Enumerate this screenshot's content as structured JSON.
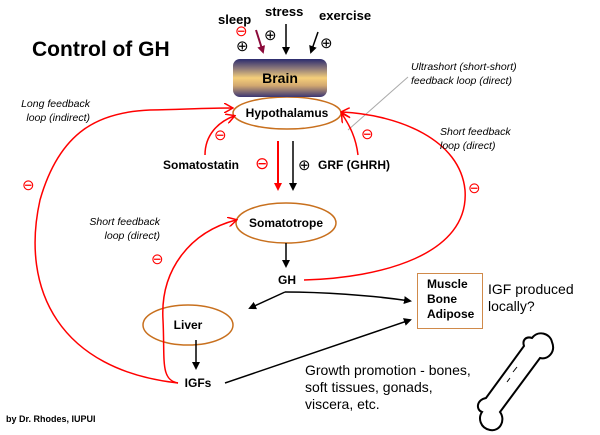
{
  "title": "Control of GH",
  "inputs": {
    "sleep": "sleep",
    "stress": "stress",
    "exercise": "exercise"
  },
  "signs": {
    "plus": "⊕",
    "minus": "⊖"
  },
  "nodes": {
    "brain": "Brain",
    "hypothalamus": "Hypothalamus",
    "somatotrope": "Somatotrope",
    "gh": "GH",
    "liver": "Liver",
    "igfs": "IGFs",
    "targets": [
      "Muscle",
      "Bone",
      "Adipose"
    ]
  },
  "hormones": {
    "somatostatin": "Somatostatin",
    "grf": "GRF (GHRH)"
  },
  "annotations": {
    "long_feedback": [
      "Long feedback",
      "loop (indirect)"
    ],
    "ultrashort": [
      "Ultrashort (short-short)",
      "feedback loop (direct)"
    ],
    "short_right": [
      "Short feedback",
      "loop (direct)"
    ],
    "short_left": [
      "Short feedback",
      "loop (direct)"
    ],
    "igf_local": [
      "IGF produced",
      "locally?"
    ],
    "growth": [
      "Growth promotion - bones,",
      "soft tissues, gonads,",
      "viscera, etc."
    ]
  },
  "credit": "by Dr. Rhodes, IUPUI",
  "colors": {
    "feedback": "#ff0000",
    "ellipse": "#c8701e",
    "sleep_arrow": "#8b0a3a"
  }
}
